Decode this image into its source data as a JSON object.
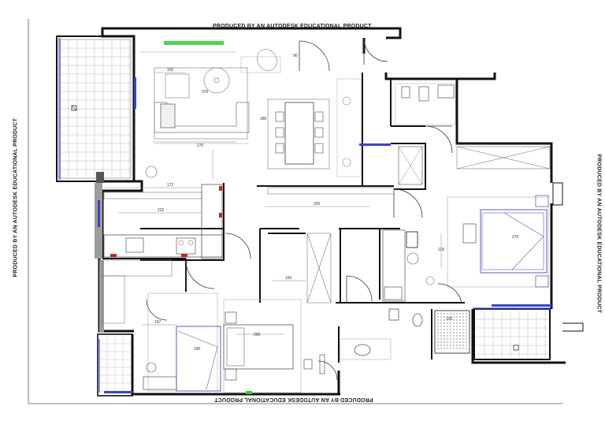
{
  "watermark": {
    "top": "PRODUCED BY AN AUTODESK EDUCATIONAL PRODUCT",
    "bottom": "PRODUCED BY AN AUTODESK EDUCATIONAL PRODUCT",
    "left": "PRODUCED BY AN AUTODESK EDUCATIONAL PRODUCT",
    "right": "PRODUCED BY AN AUTODESK EDUCATIONAL PRODUCT"
  },
  "dimensions": {
    "living_sofa": "150",
    "living_width": "270",
    "living_depth": "370",
    "dining_table": "90",
    "dining_len": "186",
    "kitchen_top": "172",
    "kitchen_mid": "232",
    "corridor": "335",
    "bed2_width": "167",
    "bed2_bed": "180",
    "bed3_bed": "200",
    "bed3_side": "160",
    "master_bed": "270",
    "master_side": "118",
    "bath_width": "120"
  },
  "colors": {
    "wall": "#111111",
    "line": "#8a8a8a",
    "bed": "#5b5fb8",
    "accent_green": "#33cc33",
    "accent_red": "#cc2222",
    "window": "#3a44c8",
    "fill_grey": "#9c9c9c"
  }
}
